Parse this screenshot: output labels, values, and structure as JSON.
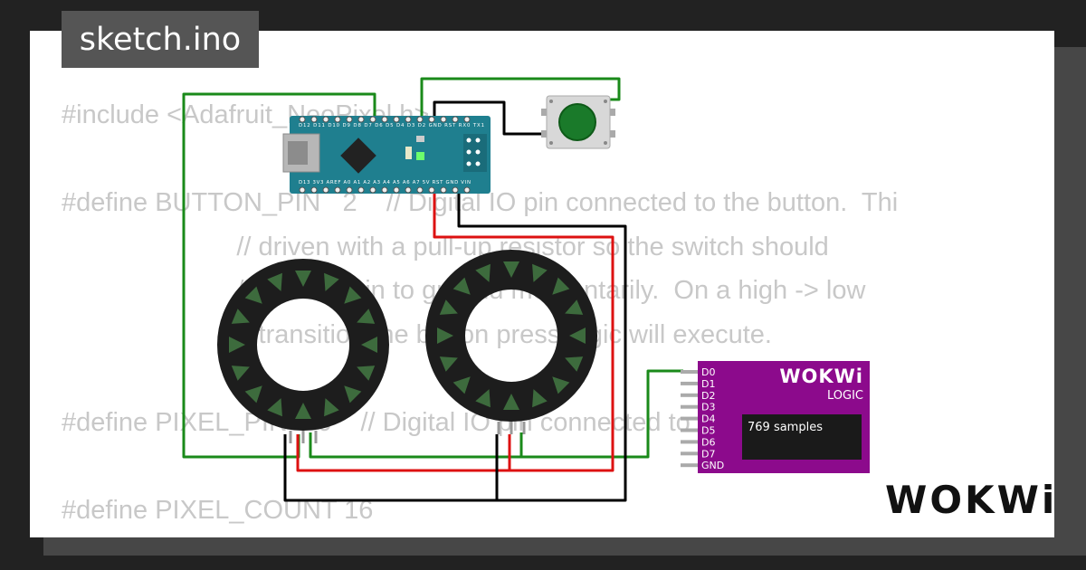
{
  "title": "sketch.ino",
  "code_lines": [
    "#include <Adafruit_NeoPixel.h>",
    "",
    "#define BUTTON_PIN   2    // Digital IO pin connected to the button.  Thi",
    "                        // driven with a pull-up resistor so the switch should",
    "                        // pull the pin to ground momentarily.  On a high -> low",
    "                        // transition the button press logic will execute.",
    "",
    "#define PIXEL_PIN    6    // Digital IO pin connected to the NeoPixels.",
    "",
    "#define PIXEL_COUNT 16"
  ],
  "logic_analyzer": {
    "brand": "WOKWi",
    "subtitle": "LOGIC",
    "pins": [
      "D0",
      "D1",
      "D2",
      "D3",
      "D4",
      "D5",
      "D6",
      "D7",
      "GND"
    ],
    "samples": "769 samples"
  },
  "arduino": {
    "top_pins": "D12 D11 D10 D9 D8 D7 D6 D5 D4 D3 D2 GND RST RX0 TX1",
    "bottom_pins": "D13 3V3 AREF A0 A1 A2 A3 A4 A5 A6 A7 5V RST GND VIN"
  },
  "brand_logo": "WOKWi",
  "colors": {
    "background": "#222222",
    "card": "#ffffff",
    "title_tab": "#555555",
    "code_text": "#c8c8c8",
    "board": "#1f7f8f",
    "ring": "#1d1d1d",
    "pixel": "#3d6b3d",
    "button": "#1a7a2a",
    "analyzer": "#8c0a8c",
    "wire_green": "#1a8a1a",
    "wire_red": "#dd1111",
    "wire_black": "#000000"
  }
}
